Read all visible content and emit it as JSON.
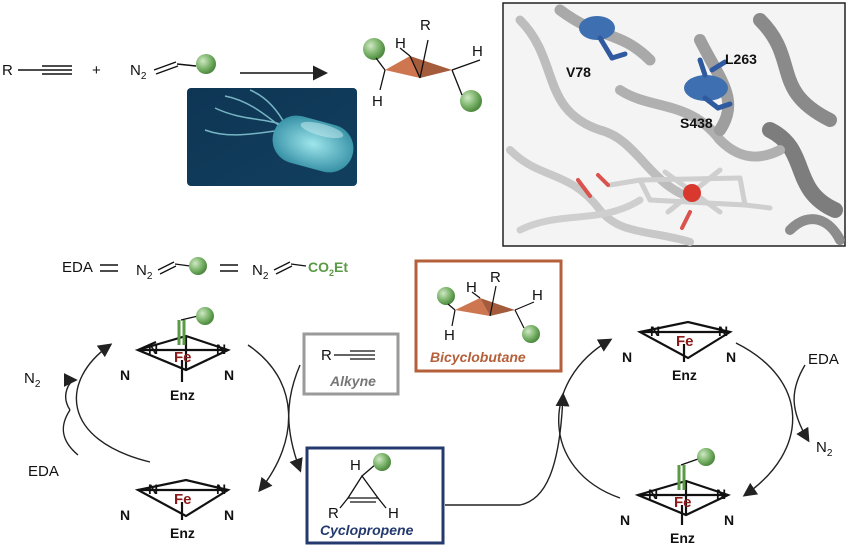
{
  "reaction": {
    "alkyne_R": "R",
    "plus": "+",
    "n2_main": "N",
    "n2_sub": "2",
    "product": {
      "R": "R",
      "H_top": "H",
      "H_right": "H",
      "H_left": "H"
    }
  },
  "protein": {
    "res1": "V78",
    "res2": "L263",
    "res3": "S438"
  },
  "eda_def": {
    "eda": "EDA",
    "eq": "=",
    "n2_main": "N",
    "n2_sub": "2",
    "co2et_main": "CO",
    "co2et_sub": "2",
    "co2et_tail": "Et"
  },
  "cycle": {
    "fe": "Fe",
    "n": "N",
    "enz": "Enz",
    "n2_main": "N",
    "n2_sub": "2",
    "eda": "EDA",
    "alkyne_label": "Alkyne",
    "alkyne_R": "R",
    "cyclopropene_label": "Cyclopropene",
    "cyclopropene": {
      "H_top": "H",
      "R": "R",
      "H_right": "H"
    },
    "bicyclobutane_label": "Bicyclobutane",
    "bicyclobutane": {
      "R": "R",
      "H_top": "H",
      "H_right": "H",
      "H_left": "H"
    }
  },
  "colors": {
    "green": "#7bb36a",
    "orange": "#b5603a",
    "navy": "#243a6e",
    "gray": "#9a9a9a",
    "fe_red": "#8b1a1a"
  }
}
